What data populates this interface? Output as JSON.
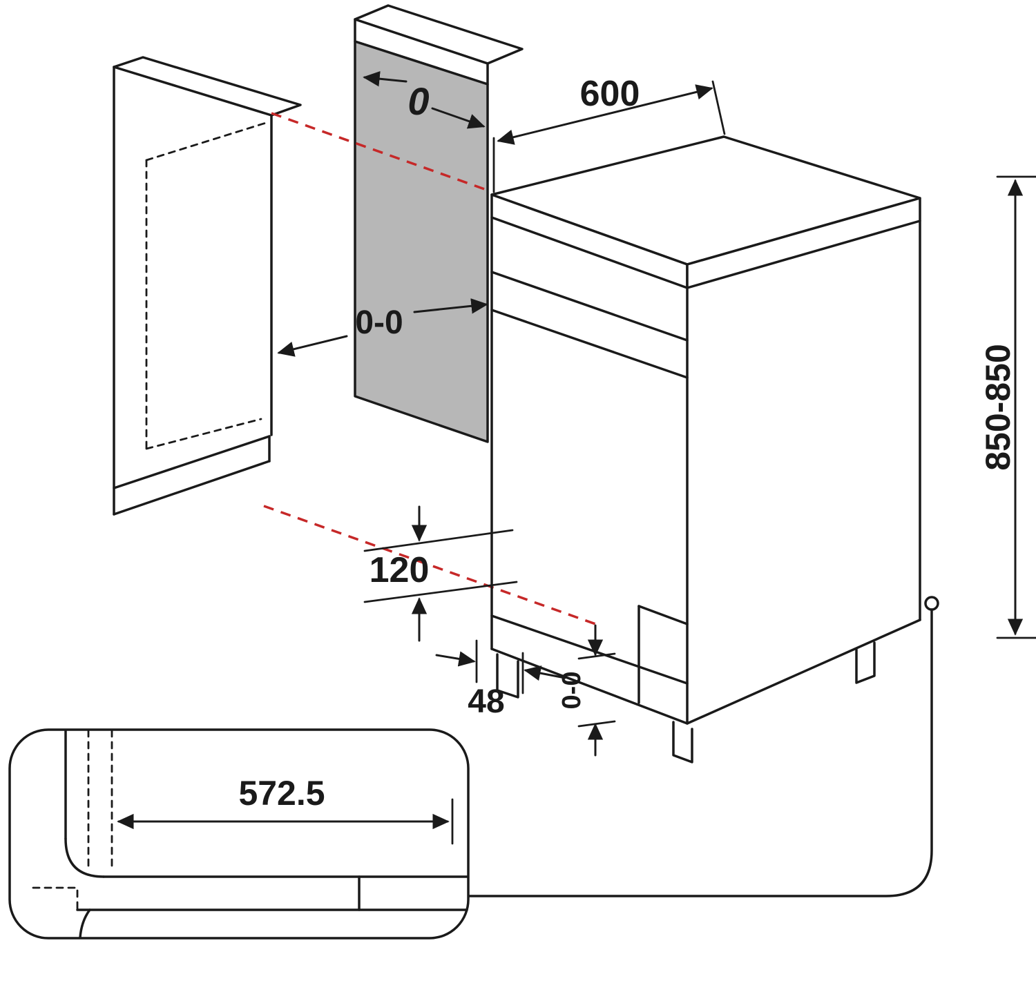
{
  "diagram": {
    "dimensions": {
      "top_gap": "0",
      "width": "600",
      "side_gap": "0-0",
      "height": "850-850",
      "plinth": "120",
      "foot": "48",
      "foot_adjust": "0-0",
      "detail_depth": "572.5"
    },
    "colors": {
      "ink": "#1a1a1a",
      "guide_red": "#c62828",
      "panel_gray": "#b7b7b7",
      "background": "#ffffff"
    }
  }
}
